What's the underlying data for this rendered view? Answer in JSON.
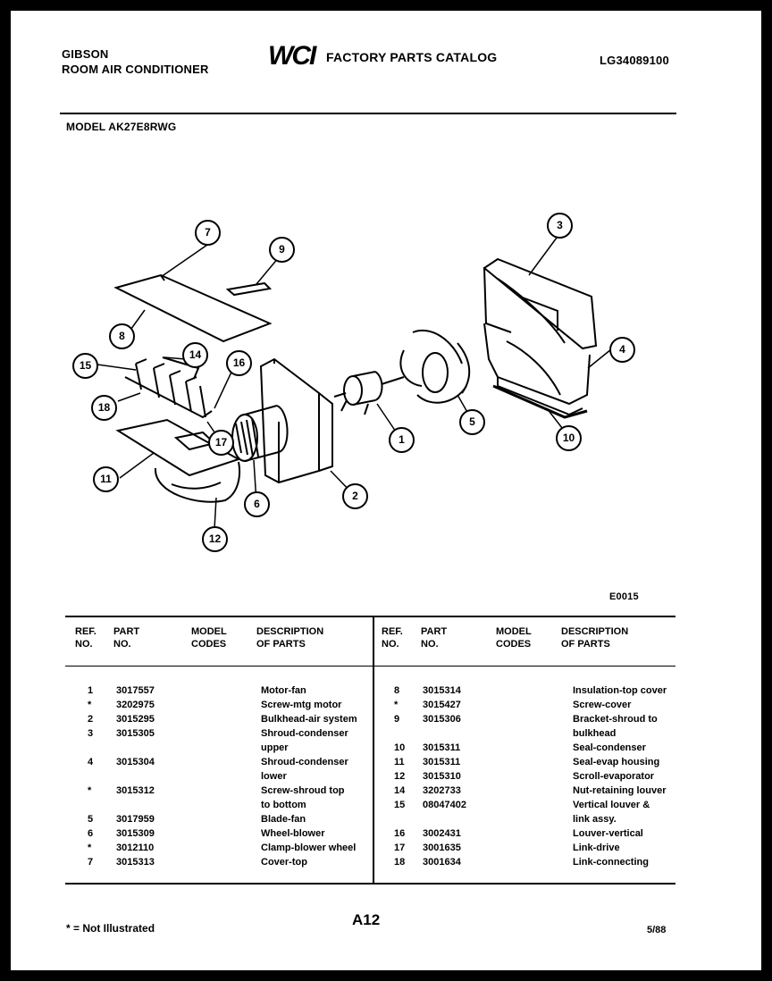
{
  "header": {
    "brand": "GIBSON",
    "product": "ROOM AIR CONDITIONER",
    "logo": "WCI",
    "catalog_title": "FACTORY PARTS CATALOG",
    "catalog_number": "LG34089100",
    "model_label": "MODEL AK27E8RWG"
  },
  "diagram": {
    "code": "E0015",
    "callouts": [
      "1",
      "2",
      "3",
      "4",
      "5",
      "6",
      "7",
      "8",
      "9",
      "10",
      "11",
      "12",
      "14",
      "15",
      "16",
      "17",
      "18"
    ]
  },
  "table": {
    "headers": {
      "ref": "REF. NO.",
      "part": "PART NO.",
      "model": "MODEL CODES",
      "desc": "DESCRIPTION OF PARTS"
    },
    "left": [
      {
        "ref": "1",
        "part": "3017557",
        "model": "",
        "desc": "Motor-fan"
      },
      {
        "ref": "*",
        "part": "3202975",
        "model": "",
        "desc": "Screw-mtg motor"
      },
      {
        "ref": "2",
        "part": "3015295",
        "model": "",
        "desc": "Bulkhead-air system"
      },
      {
        "ref": "3",
        "part": "3015305",
        "model": "",
        "desc": "Shroud-condenser"
      },
      {
        "ref": "",
        "part": "",
        "model": "",
        "desc": "upper"
      },
      {
        "ref": "4",
        "part": "3015304",
        "model": "",
        "desc": "Shroud-condenser"
      },
      {
        "ref": "",
        "part": "",
        "model": "",
        "desc": "lower"
      },
      {
        "ref": "*",
        "part": "3015312",
        "model": "",
        "desc": "Screw-shroud top"
      },
      {
        "ref": "",
        "part": "",
        "model": "",
        "desc": "to bottom"
      },
      {
        "ref": "5",
        "part": "3017959",
        "model": "",
        "desc": "Blade-fan"
      },
      {
        "ref": "6",
        "part": "3015309",
        "model": "",
        "desc": "Wheel-blower"
      },
      {
        "ref": "*",
        "part": "3012110",
        "model": "",
        "desc": "Clamp-blower wheel"
      },
      {
        "ref": "7",
        "part": "3015313",
        "model": "",
        "desc": "Cover-top"
      }
    ],
    "right": [
      {
        "ref": "8",
        "part": "3015314",
        "model": "",
        "desc": "Insulation-top cover"
      },
      {
        "ref": "*",
        "part": "3015427",
        "model": "",
        "desc": "Screw-cover"
      },
      {
        "ref": "9",
        "part": "3015306",
        "model": "",
        "desc": "Bracket-shroud to"
      },
      {
        "ref": "",
        "part": "",
        "model": "",
        "desc": "bulkhead"
      },
      {
        "ref": "10",
        "part": "3015311",
        "model": "",
        "desc": "Seal-condenser"
      },
      {
        "ref": "11",
        "part": "3015311",
        "model": "",
        "desc": "Seal-evap housing"
      },
      {
        "ref": "12",
        "part": "3015310",
        "model": "",
        "desc": "Scroll-evaporator"
      },
      {
        "ref": "14",
        "part": "3202733",
        "model": "",
        "desc": "Nut-retaining louver"
      },
      {
        "ref": "15",
        "part": "08047402",
        "model": "",
        "desc": "Vertical louver &"
      },
      {
        "ref": "",
        "part": "",
        "model": "",
        "desc": "link assy."
      },
      {
        "ref": "16",
        "part": "3002431",
        "model": "",
        "desc": "Louver-vertical"
      },
      {
        "ref": "17",
        "part": "3001635",
        "model": "",
        "desc": "Link-drive"
      },
      {
        "ref": "18",
        "part": "3001634",
        "model": "",
        "desc": "Link-connecting"
      }
    ]
  },
  "footer": {
    "note": "* = Not Illustrated",
    "page": "A12",
    "date": "5/88"
  }
}
